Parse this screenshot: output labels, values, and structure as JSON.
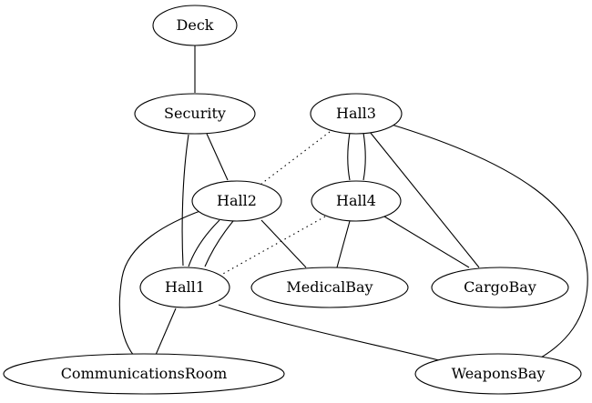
{
  "graph": {
    "nodes": [
      {
        "id": "deck",
        "label": "Deck"
      },
      {
        "id": "security",
        "label": "Security"
      },
      {
        "id": "hall3",
        "label": "Hall3"
      },
      {
        "id": "hall2",
        "label": "Hall2"
      },
      {
        "id": "hall4",
        "label": "Hall4"
      },
      {
        "id": "hall1",
        "label": "Hall1"
      },
      {
        "id": "medical",
        "label": "MedicalBay"
      },
      {
        "id": "cargo",
        "label": "CargoBay"
      },
      {
        "id": "comms",
        "label": "CommunicationsRoom"
      },
      {
        "id": "weapons",
        "label": "WeaponsBay"
      }
    ],
    "edges": [
      {
        "from": "deck",
        "to": "security",
        "style": "solid"
      },
      {
        "from": "security",
        "to": "hall2",
        "style": "solid"
      },
      {
        "from": "security",
        "to": "hall1",
        "style": "solid"
      },
      {
        "from": "hall3",
        "to": "hall2",
        "style": "dotted"
      },
      {
        "from": "hall3",
        "to": "hall4",
        "style": "solid"
      },
      {
        "from": "hall4",
        "to": "hall3",
        "style": "solid"
      },
      {
        "from": "hall3",
        "to": "cargo",
        "style": "solid"
      },
      {
        "from": "hall3",
        "to": "weapons",
        "style": "solid"
      },
      {
        "from": "hall2",
        "to": "hall1",
        "style": "solid"
      },
      {
        "from": "hall1",
        "to": "hall2",
        "style": "solid"
      },
      {
        "from": "hall2",
        "to": "medical",
        "style": "solid"
      },
      {
        "from": "hall2",
        "to": "comms",
        "style": "solid"
      },
      {
        "from": "hall4",
        "to": "hall1",
        "style": "dotted"
      },
      {
        "from": "hall4",
        "to": "medical",
        "style": "solid"
      },
      {
        "from": "hall4",
        "to": "cargo",
        "style": "solid"
      },
      {
        "from": "hall1",
        "to": "comms",
        "style": "solid"
      },
      {
        "from": "hall1",
        "to": "weapons",
        "style": "solid"
      }
    ]
  }
}
